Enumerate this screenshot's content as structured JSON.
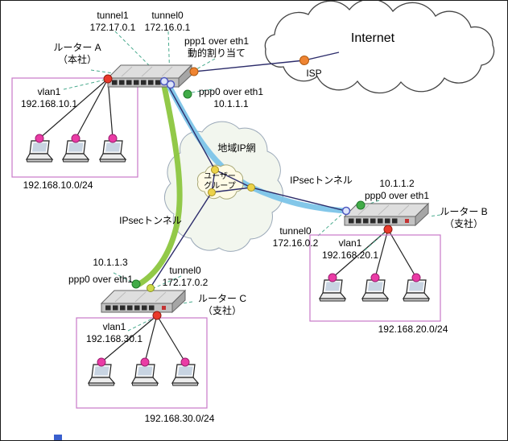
{
  "internet": {
    "label": "Internet",
    "isp_label": "ISP"
  },
  "regional_network": {
    "label": "地域IP網",
    "user_group": [
      "ユーザー",
      "グループ"
    ]
  },
  "ipsec": {
    "tunnel_ab_label": "IPsecトンネル",
    "tunnel_ac_label": "IPsecトンネル"
  },
  "router_a": {
    "name": "ルーター A",
    "site": "（本社）",
    "tunnel1": {
      "label": "tunnel1",
      "ip": "172.17.0.1"
    },
    "tunnel0": {
      "label": "tunnel0",
      "ip": "172.16.0.1"
    },
    "ppp1": {
      "label": "ppp1 over eth1",
      "note": "動的割り当て"
    },
    "ppp0": {
      "label": "ppp0 over eth1",
      "ip": "10.1.1.1"
    },
    "vlan1": {
      "label": "vlan1",
      "ip": "192.168.10.1"
    },
    "subnet": "192.168.10.0/24"
  },
  "router_b": {
    "name": "ルーター B",
    "site": "（支社）",
    "ppp0": {
      "label": "ppp0 over eth1",
      "ip": "10.1.1.2"
    },
    "tunnel0": {
      "label": "tunnel0",
      "ip": "172.16.0.2"
    },
    "vlan1": {
      "label": "vlan1",
      "ip": "192.168.20.1"
    },
    "subnet": "192.168.20.0/24"
  },
  "router_c": {
    "name": "ルーター C",
    "site": "（支社）",
    "ppp0": {
      "label": "ppp0 over eth1",
      "ip": "10.1.1.3"
    },
    "tunnel0": {
      "label": "tunnel0",
      "ip": "172.17.0.2"
    },
    "vlan1": {
      "label": "vlan1",
      "ip": "192.168.30.1"
    },
    "subnet": "192.168.30.0/24"
  },
  "colors": {
    "ipsec_tunnel_ab": "#7cc4e8",
    "ipsec_tunnel_ac": "#8cc63f",
    "pc_node": "#ea3ba5",
    "vlan_port": "#ea392b",
    "ppp_port": "#41ab47",
    "isp_node": "#ef8432",
    "user_group_node": "#ecd24a",
    "tunnel_port_ring": "#4f5ac0",
    "lan_box_border": "#c878c8"
  }
}
